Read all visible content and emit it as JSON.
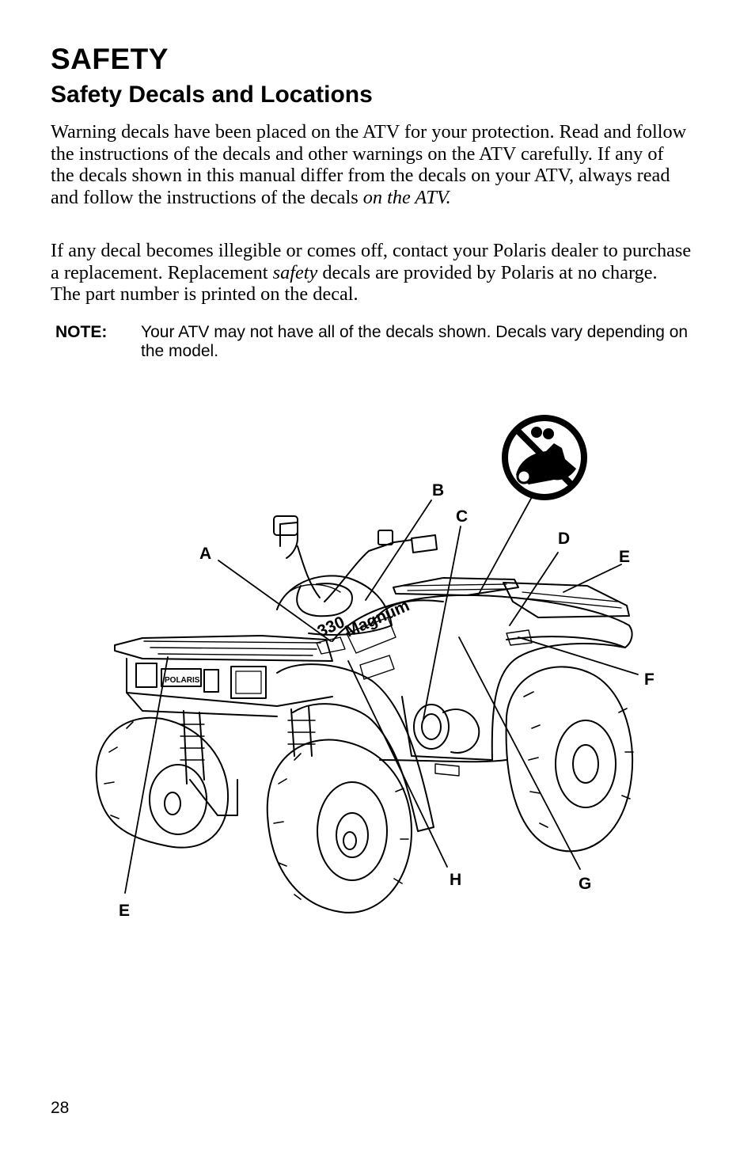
{
  "header": {
    "section_title": "SAFETY",
    "subtitle": "Safety Decals and Locations"
  },
  "body": {
    "para1_prefix": "Warning decals have been placed on the ATV for your protection. Read and follow the instructions of the decals and other warnings on the ATV carefully.  If any of the decals shown in this manual differ from the decals on your ATV, always read and follow the instructions of the decals ",
    "para1_emphasis": "on the ATV.",
    "para2_prefix": "If any decal becomes illegible or comes off, contact your Polaris dealer to purchase a replacement. Replacement ",
    "para2_emphasis": "safety",
    "para2_suffix": " decals are provided by Polaris at no charge.  The part number is printed on the decal."
  },
  "note": {
    "label": "NOTE:",
    "text": "Your ATV may not have all of the decals shown. Decals vary depending on the model."
  },
  "figure": {
    "callouts": {
      "a": "A",
      "b": "B",
      "c": "C",
      "d": "D",
      "e_right": "E",
      "f": "F",
      "g": "G",
      "h": "H",
      "e_left": "E"
    },
    "vehicle_markings": {
      "model_number": "330",
      "model_name": "Magnum",
      "brand": "POLARIS"
    },
    "warning_symbol": "no-passenger-icon"
  },
  "footer": {
    "page_number": "28"
  }
}
